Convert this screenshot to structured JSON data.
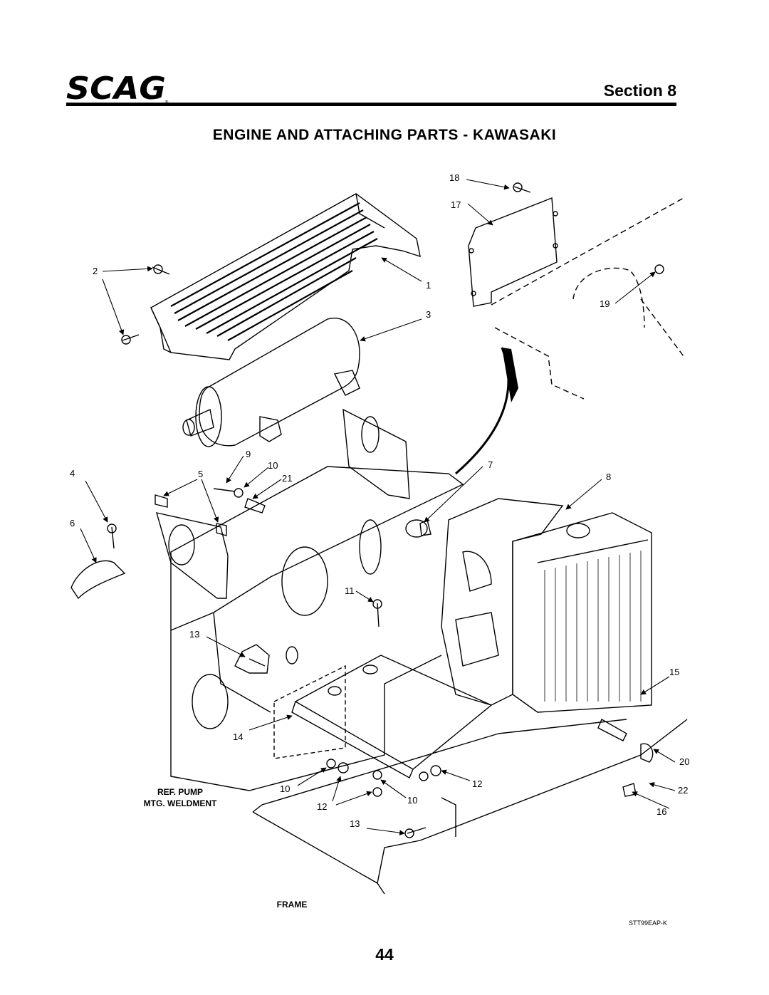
{
  "header": {
    "brand": "SCAG",
    "section": "Section 8"
  },
  "title": "ENGINE AND ATTACHING PARTS - KAWASAKI",
  "callouts": [
    "18",
    "17",
    "2",
    "1",
    "3",
    "19",
    "4",
    "9",
    "10",
    "5",
    "21",
    "7",
    "8",
    "6",
    "11",
    "13",
    "15",
    "14",
    "20",
    "10",
    "12",
    "12",
    "10",
    "22",
    "13",
    "16"
  ],
  "labels": {
    "ref_pump_line1": "REF. PUMP",
    "ref_pump_line2": "MTG. WELDMENT",
    "frame": "FRAME"
  },
  "drawing_number": "STT99EAP-K",
  "page_number": "44"
}
